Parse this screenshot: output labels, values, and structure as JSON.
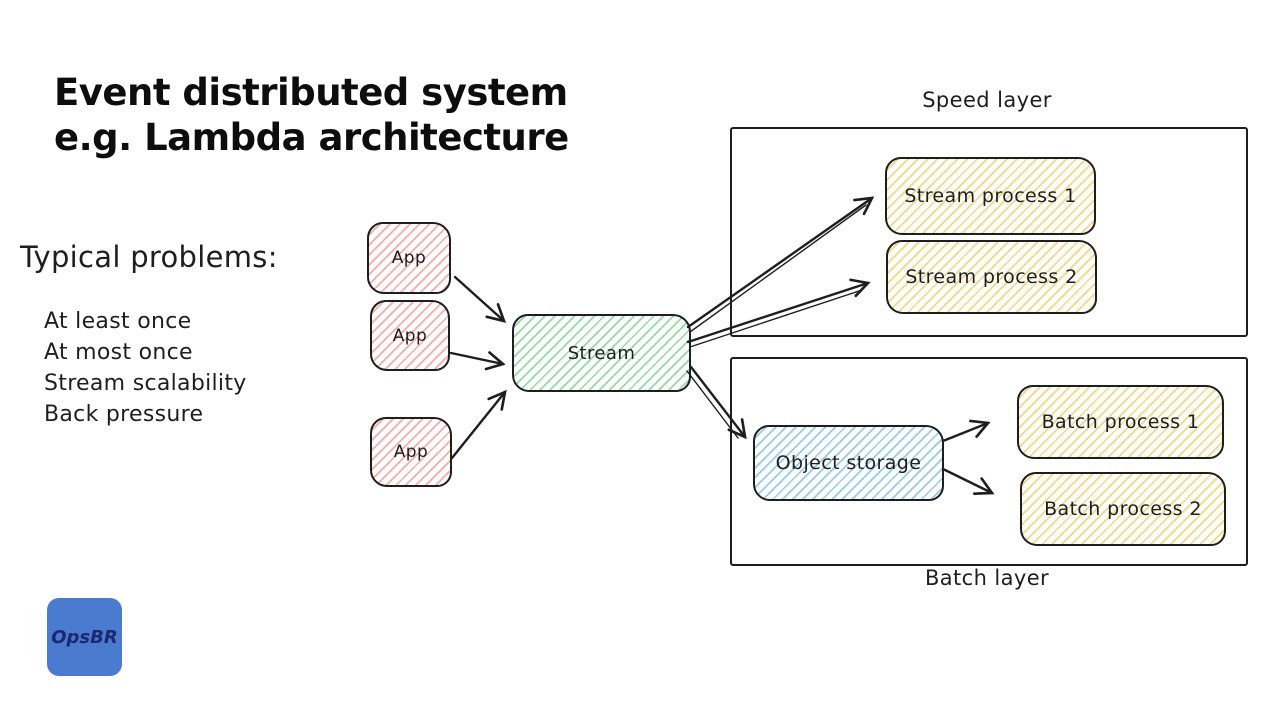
{
  "title": {
    "line1": "Event distributed system",
    "line2": "e.g. Lambda architecture"
  },
  "problems": {
    "heading": "Typical problems:",
    "items": [
      "At least once",
      "At most once",
      "Stream scalability",
      "Back pressure"
    ]
  },
  "nodes": {
    "app1": "App",
    "app2": "App",
    "app3": "App",
    "stream": "Stream",
    "stream_process_1": "Stream process 1",
    "stream_process_2": "Stream process 2",
    "object_storage": "Object storage",
    "batch_process_1": "Batch process 1",
    "batch_process_2": "Batch process 2"
  },
  "layers": {
    "speed": "Speed layer",
    "batch": "Batch layer"
  },
  "logo": {
    "text": "OpsBR"
  },
  "colors": {
    "stroke": "#1e1e1e",
    "app_hatch": "#ffc9c9",
    "stream_hatch": "#b2f2bb",
    "process_hatch": "#ffec99",
    "storage_hatch": "#a5d8ff",
    "logo_bg": "#4a7bd0",
    "logo_text": "#1b2a6e"
  }
}
